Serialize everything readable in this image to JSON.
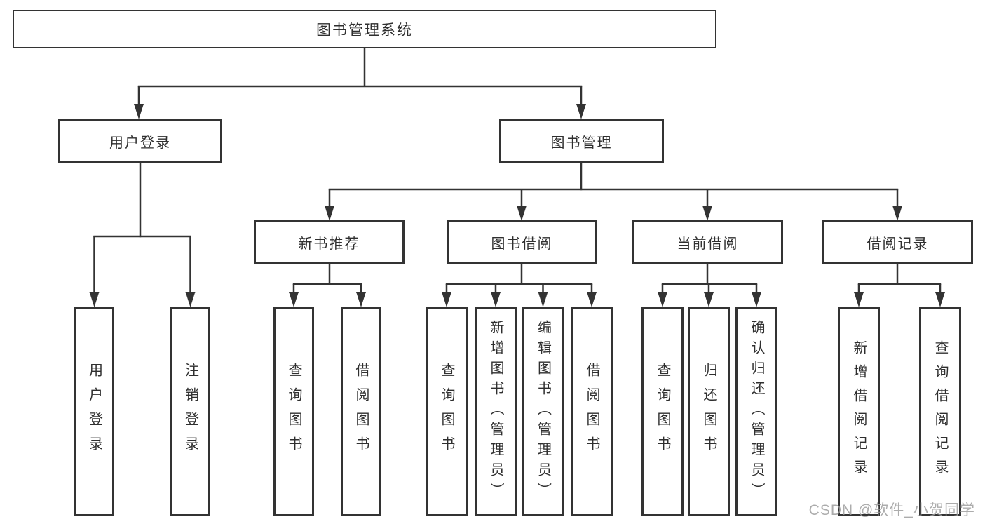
{
  "tree": {
    "label": "图书管理系统",
    "children": [
      {
        "label": "用户登录",
        "children": [
          {
            "label": "用户登录"
          },
          {
            "label": "注销登录"
          }
        ]
      },
      {
        "label": "图书管理",
        "children": [
          {
            "label": "新书推荐",
            "children": [
              {
                "label": "查询图书"
              },
              {
                "label": "借阅图书"
              }
            ]
          },
          {
            "label": "图书借阅",
            "children": [
              {
                "label": "查询图书"
              },
              {
                "label": "新增图书（管理员）"
              },
              {
                "label": "编辑图书（管理员）"
              },
              {
                "label": "借阅图书"
              }
            ]
          },
          {
            "label": "当前借阅",
            "children": [
              {
                "label": "查询图书"
              },
              {
                "label": "归还图书"
              },
              {
                "label": "确认归还（管理员）"
              }
            ]
          },
          {
            "label": "借阅记录",
            "children": [
              {
                "label": "新增借阅记录"
              },
              {
                "label": "查询借阅记录"
              }
            ]
          }
        ]
      }
    ]
  },
  "watermark": {
    "text": "CSDN @软件_小贺同学"
  },
  "colors": {
    "line": "#333333",
    "text": "#2f2f2f",
    "box_background": "#ffffff",
    "watermark": "#9e9e9e",
    "background": "#ffffff"
  }
}
